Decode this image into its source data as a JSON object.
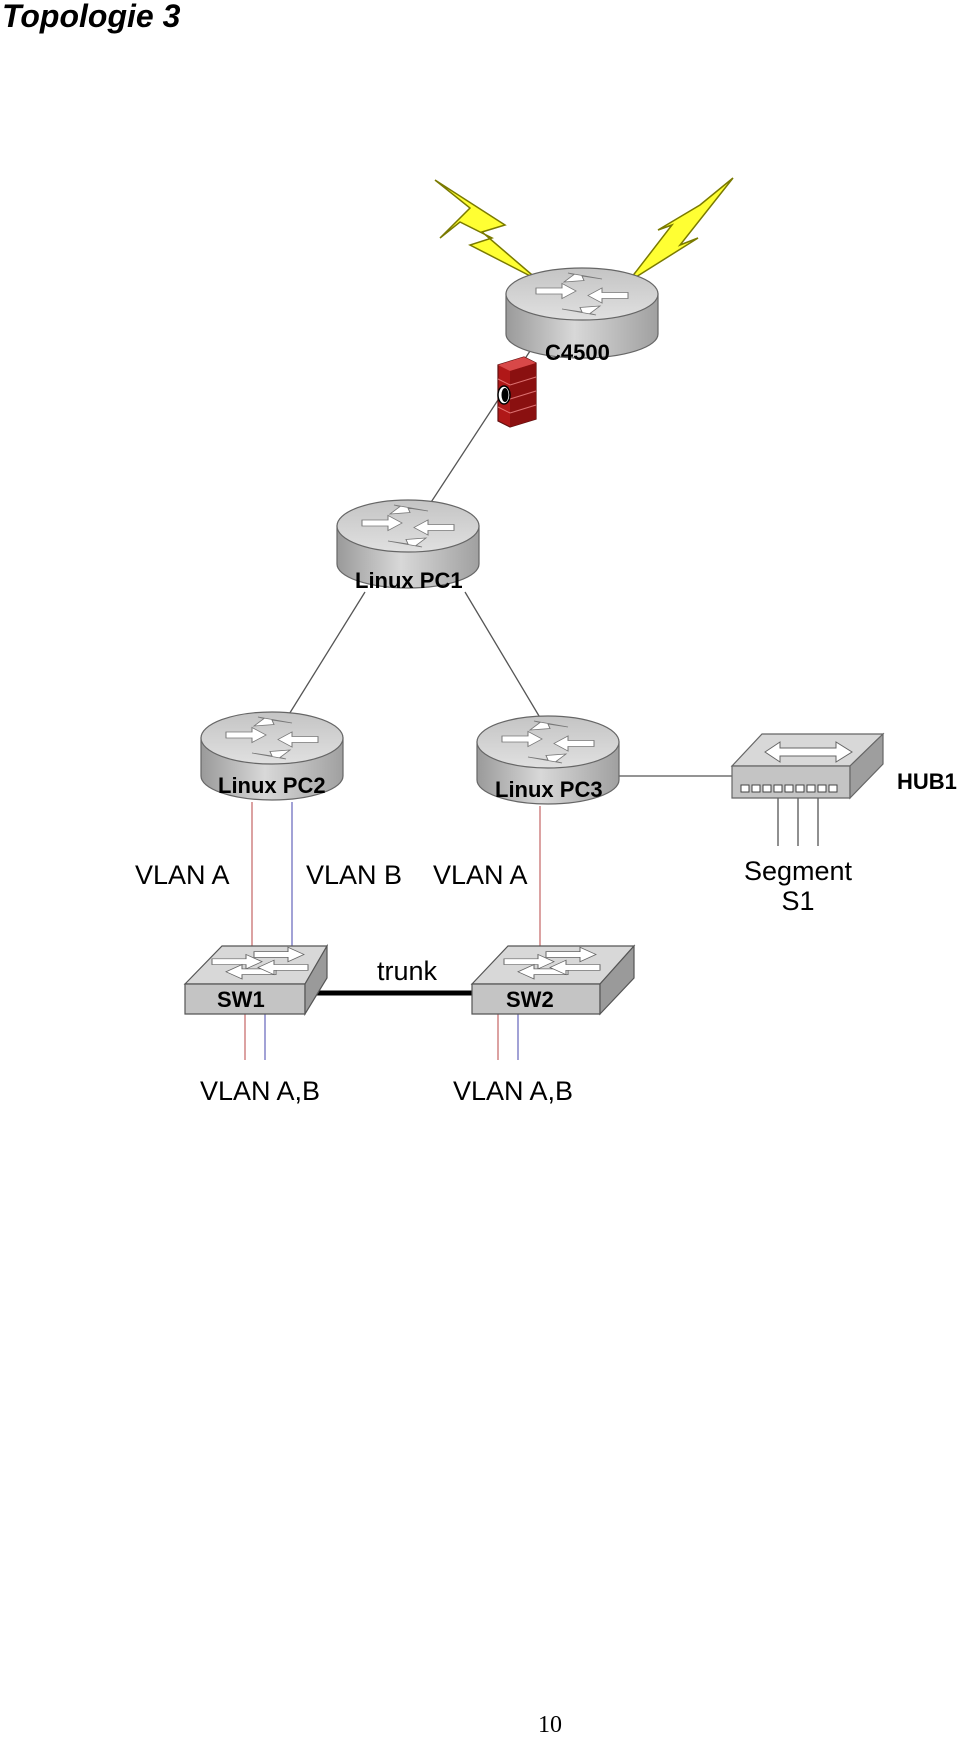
{
  "page": {
    "title": "Topologie 3",
    "page_number": "10"
  },
  "devices": {
    "c4500": {
      "label": "C4500"
    },
    "linux_pc1": {
      "label": "Linux PC1"
    },
    "linux_pc2": {
      "label": "Linux PC2"
    },
    "linux_pc3": {
      "label": "Linux PC3"
    },
    "hub1": {
      "label": "HUB1"
    },
    "sw1": {
      "label": "SW1"
    },
    "sw2": {
      "label": "SW2"
    }
  },
  "labels": {
    "pc2_vlan_a": "VLAN A",
    "pc2_vlan_b": "VLAN B",
    "pc3_vlan_a": "VLAN A",
    "segment_line1": "Segment",
    "segment_line2": "S1",
    "trunk": "trunk",
    "sw1_vlans": "VLAN A,B",
    "sw2_vlans": "VLAN A,B"
  },
  "colors": {
    "vlan_a": "#c87070",
    "vlan_b": "#7070c0",
    "lightning": "#ffff33",
    "firewall": "#b01818",
    "device_body": "#c8c8c8"
  }
}
